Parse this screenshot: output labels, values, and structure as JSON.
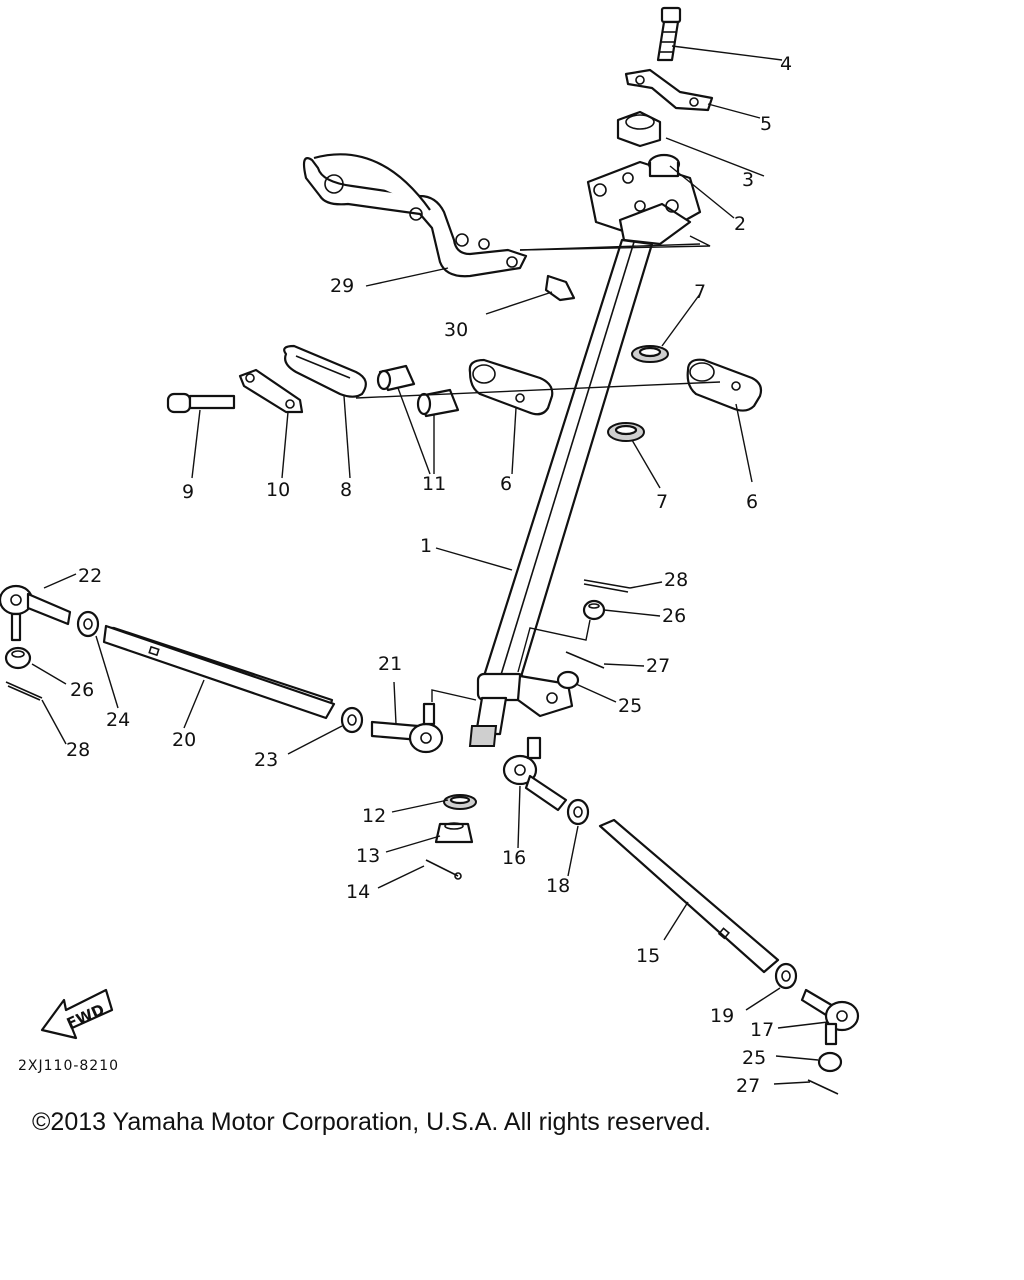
{
  "diagram": {
    "callouts": [
      "1",
      "2",
      "3",
      "4",
      "5",
      "6",
      "6",
      "7",
      "7",
      "8",
      "9",
      "10",
      "11",
      "12",
      "13",
      "14",
      "15",
      "16",
      "17",
      "18",
      "19",
      "20",
      "21",
      "22",
      "23",
      "24",
      "25",
      "25",
      "26",
      "26",
      "27",
      "27",
      "28",
      "28",
      "29",
      "30"
    ],
    "fwd_label": "FWD",
    "drawing_code": "2XJ110-8210"
  },
  "footer": {
    "copyright": "©2013 Yamaha Motor Corporation, U.S.A. All rights reserved."
  }
}
